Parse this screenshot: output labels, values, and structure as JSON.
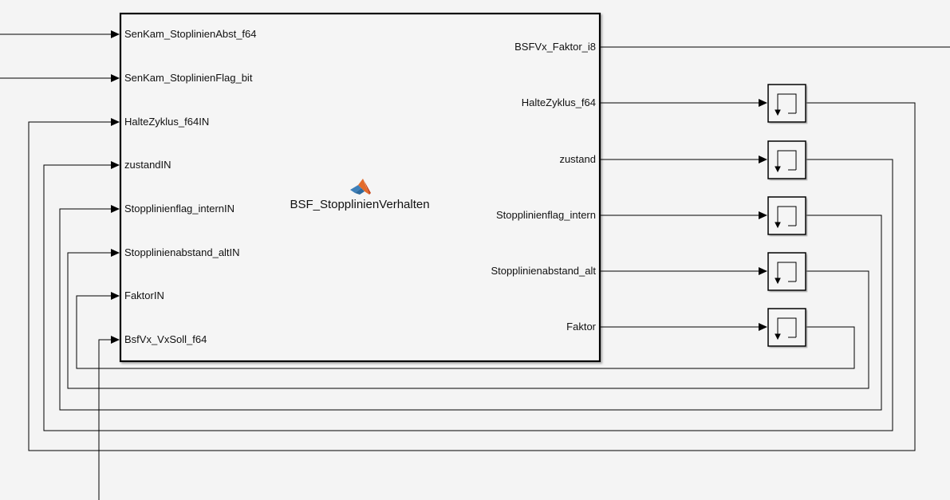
{
  "block": {
    "name": "BSF_StopplinienVerhalten",
    "icon": "matlab-logo-icon"
  },
  "inputs": [
    {
      "label": "SenKam_StoplinienAbst_f64"
    },
    {
      "label": "SenKam_StoplinienFlag_bit"
    },
    {
      "label": "HalteZyklus_f64IN"
    },
    {
      "label": "zustandIN"
    },
    {
      "label": "Stopplinienflag_internIN"
    },
    {
      "label": "Stopplinienabstand_altIN"
    },
    {
      "label": "FaktorIN"
    },
    {
      "label": "BsfVx_VxSoll_f64"
    }
  ],
  "outputs": [
    {
      "label": "BSFVx_Faktor_i8"
    },
    {
      "label": "HalteZyklus_f64"
    },
    {
      "label": "zustand"
    },
    {
      "label": "Stopplinienflag_intern"
    },
    {
      "label": "Stopplinienabstand_alt"
    },
    {
      "label": "Faktor"
    }
  ],
  "delay_blocks": [
    {
      "name": "unit-delay-halte-zyklus",
      "icon": "unit-delay-icon"
    },
    {
      "name": "unit-delay-zustand",
      "icon": "unit-delay-icon"
    },
    {
      "name": "unit-delay-stopplinienflag",
      "icon": "unit-delay-icon"
    },
    {
      "name": "unit-delay-stopplinienabstand",
      "icon": "unit-delay-icon"
    },
    {
      "name": "unit-delay-faktor",
      "icon": "unit-delay-icon"
    }
  ],
  "colors": {
    "background": "#f4f4f4",
    "line": "#000000",
    "block_border": "#000000",
    "block_fill": "#f5f5f5"
  }
}
